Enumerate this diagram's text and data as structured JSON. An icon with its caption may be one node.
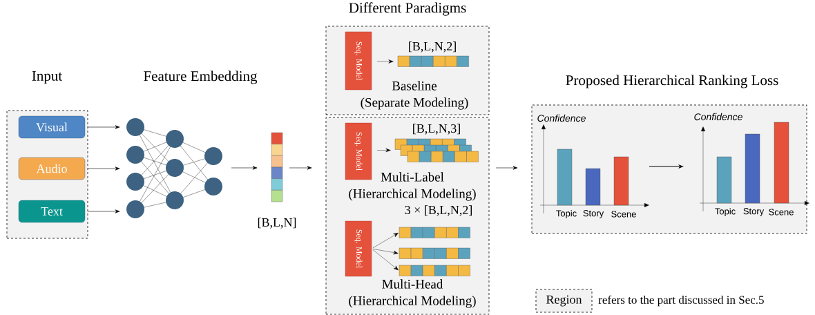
{
  "diagram": {
    "nodes": [
      {
        "text": [
          "Input"
        ]
      },
      {
        "text": [
          "Visual"
        ],
        "in": 0
      },
      {
        "text": [
          "Audio"
        ],
        "in": 0
      },
      {
        "text": [
          "Text"
        ],
        "in": 0
      },
      {
        "text": [],
        "shape": "picture"
      },
      {
        "text": [],
        "shape": "bar",
        "beside": [
          "[B,L,N]"
        ]
      },
      {
        "text": [
          "Baseline (Separate Modeling)"
        ]
      },
      {
        "text": [
          "Seq. Model"
        ],
        "in": 6
      },
      {
        "text": [],
        "shape": "bar",
        "in": 6,
        "beside": [
          "[B,L,N,2]"
        ]
      },
      {
        "text": [
          "Multi-Label (Hierarchical Modeling)",
          "Multi-Head (Hierarchical Modeling)"
        ]
      },
      {
        "text": [
          "Seq. Model"
        ],
        "in": 9
      },
      {
        "text": [],
        "shape": "bar",
        "in": 9,
        "beside": [
          "[B,L,N,3]"
        ]
      },
      {
        "text": [
          "Seq. Model"
        ],
        "in": 9
      },
      {
        "text": [],
        "shape": "bar",
        "in": 9,
        "beside": [
          "3 × [B,L,N,2]"
        ]
      },
      {
        "text": [],
        "shape": "bar",
        "in": 9
      },
      {
        "text": [],
        "shape": "bar",
        "in": 9
      },
      {
        "text": [
          "Proposed Hierarchical Ranking Loss"
        ]
      },
      {
        "text": [
          "Confidence",
          "Topic",
          "Story",
          "Scene"
        ],
        "in": 16
      },
      {
        "text": [
          "Confidence",
          "Topic",
          "Story",
          "Scene"
        ],
        "in": 16
      },
      {
        "text": [
          "Region"
        ],
        "beside": [
          "refers to the part discussed in Sec.5"
        ]
      }
    ],
    "edges": [
      {
        "from": 1,
        "to": 4,
        "arrow": "to"
      },
      {
        "from": 2,
        "to": 4,
        "arrow": "to"
      },
      {
        "from": 3,
        "to": 4,
        "arrow": "to"
      },
      {
        "from": 4,
        "to": 5,
        "arrow": "to"
      },
      {
        "from": 5,
        "to": 9,
        "arrow": "to"
      },
      {
        "from": 7,
        "to": 8,
        "arrow": "to"
      },
      {
        "from": 10,
        "to": 11,
        "arrow": "to"
      },
      {
        "from": 12,
        "to": 13,
        "arrow": "to"
      },
      {
        "from": 12,
        "to": 14,
        "arrow": "to"
      },
      {
        "from": 12,
        "to": 15,
        "arrow": "to"
      },
      {
        "from": 9,
        "to": 16,
        "arrow": "to"
      },
      {
        "from": 17,
        "to": 18,
        "arrow": "to"
      }
    ],
    "labels": [
      "Feature Embedding",
      "Different Paradigms"
    ]
  }
}
